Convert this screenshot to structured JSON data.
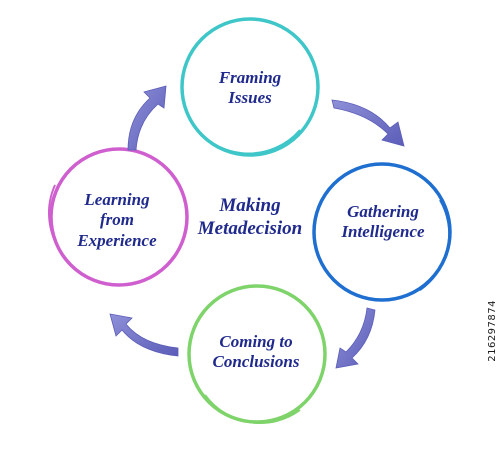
{
  "diagram": {
    "center_label": "Making\nMetadecision",
    "nodes": [
      {
        "id": "framing",
        "label": "Framing\nIssues",
        "color": "#3ec6c8"
      },
      {
        "id": "gathering",
        "label": "Gathering\nIntelligence",
        "color": "#1e6fd0"
      },
      {
        "id": "coming",
        "label": "Coming to\nConclusions",
        "color": "#7ed46a"
      },
      {
        "id": "learning",
        "label": "Learning\nfrom\nExperience",
        "color": "#cf5fcf"
      }
    ],
    "arrow_color": "#7476c8",
    "text_color": "#1f2a8c"
  },
  "watermark": {
    "stock_id": "216297874"
  }
}
